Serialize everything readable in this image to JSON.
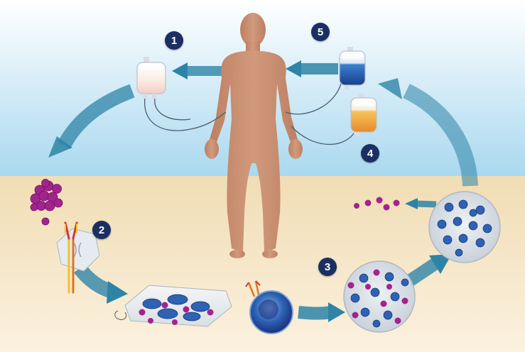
{
  "colors": {
    "sky_top": "#ffffff",
    "sky_bottom": "#a9d8ef",
    "ground_top": "#f1ddb4",
    "ground_bottom": "#fbf1df",
    "arrow": "#2e84a6",
    "body": "#c98e70",
    "badge": "#1c2f63",
    "cell_purple": "#a3238e",
    "t_cell_blue": "#2d62b4",
    "receptor_orange": "#e0751f"
  },
  "steps": [
    {
      "id": "step1",
      "label": "1"
    },
    {
      "id": "step2",
      "label": "2"
    },
    {
      "id": "step3",
      "label": "3"
    },
    {
      "id": "step4",
      "label": "4"
    },
    {
      "id": "step5",
      "label": "5"
    }
  ],
  "icons": {
    "patient": "human-body-icon",
    "bag_collect": "iv-bag-icon",
    "bag_infuse": "iv-bag-icon",
    "bag_chemo": "iv-bag-icon",
    "antibody": "antibody-icon",
    "dish": "culture-dish-icon",
    "tcell": "t-cell-icon"
  }
}
